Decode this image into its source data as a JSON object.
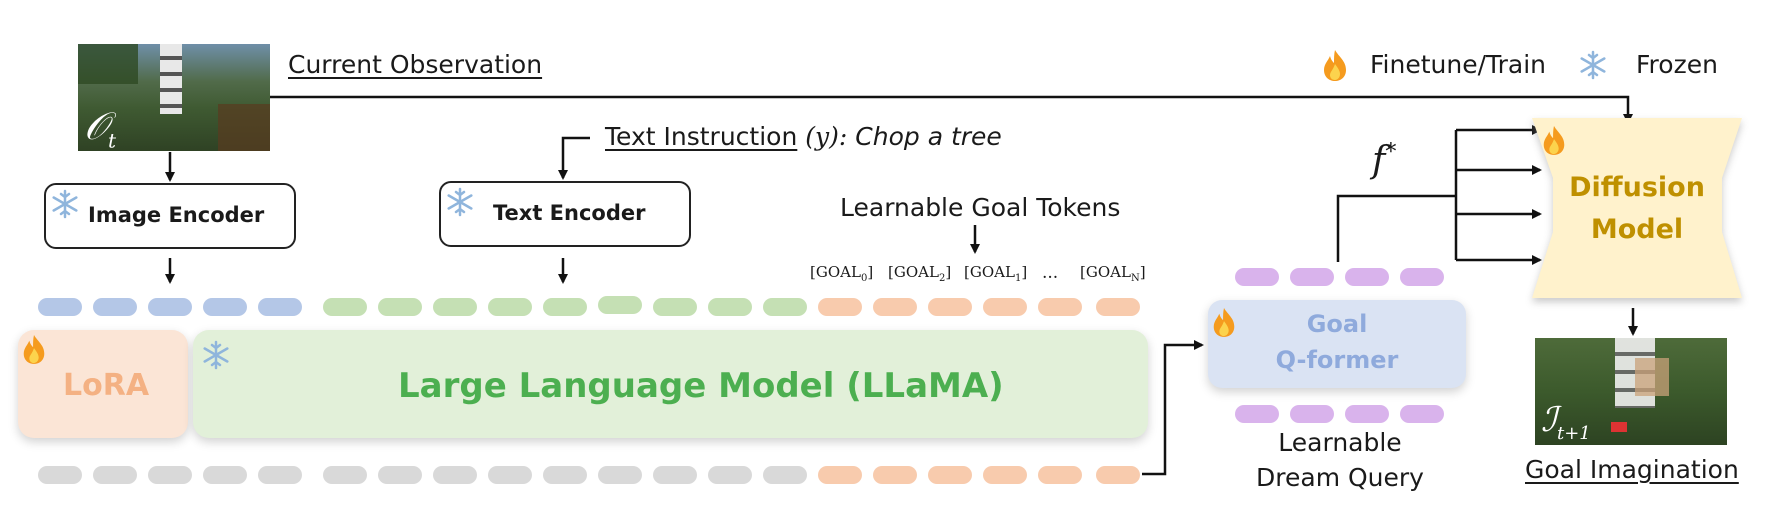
{
  "legend": {
    "finetune_label": "Finetune/Train",
    "frozen_label": "Frozen"
  },
  "observation": {
    "label": "Current Observation",
    "symbol": "𝒪",
    "sub": "t"
  },
  "image_encoder": {
    "label": "Image Encoder"
  },
  "text_encoder": {
    "label": "Text Encoder"
  },
  "instruction": {
    "label": "Text Instruction",
    "var": "(𝑦):",
    "value": "Chop a tree"
  },
  "goal_tokens": {
    "label": "Learnable Goal Tokens",
    "tokens": [
      {
        "base": "[GOAL",
        "sub": "0",
        "close": "]"
      },
      {
        "base": "[GOAL",
        "sub": "2",
        "close": "]"
      },
      {
        "base": "[GOAL",
        "sub": "1",
        "close": "]"
      },
      {
        "base": "...",
        "sub": "",
        "close": ""
      },
      {
        "base": "[GOAL",
        "sub": "N",
        "close": "]"
      }
    ]
  },
  "lora": {
    "label": "LoRA"
  },
  "llm": {
    "label": "Large Language Model (LLaMA)"
  },
  "qformer": {
    "line1": "Goal",
    "line2": "Q-former"
  },
  "dream_query": {
    "line1": "Learnable",
    "line2": "Dream Query"
  },
  "f_star": {
    "label": "f",
    "sup": "*"
  },
  "diffusion": {
    "line1": "Diffusion",
    "line2": "Model"
  },
  "imagination": {
    "label": "Goal Imagination",
    "symbol": "ℐ",
    "sub": "t+1"
  },
  "colors": {
    "image_token": "#b4c7e7",
    "text_token": "#c5e0b4",
    "goal_token": "#f8cbad",
    "gray_token": "#d9d9d9",
    "query_token": "#d9b3ec",
    "lora_fill": "#fbe5d6",
    "lora_text": "#f4b183",
    "llm_fill": "#e2f0d9",
    "llm_text": "#4caf50",
    "qformer_fill": "#dae3f3",
    "qformer_text": "#8faadc",
    "diffusion_fill": "#fff2cc",
    "diffusion_text": "#bf9000",
    "fire": "#f59b1e",
    "snow": "#8fb5dc"
  },
  "icons": [
    "fire-icon",
    "snowflake-icon"
  ]
}
